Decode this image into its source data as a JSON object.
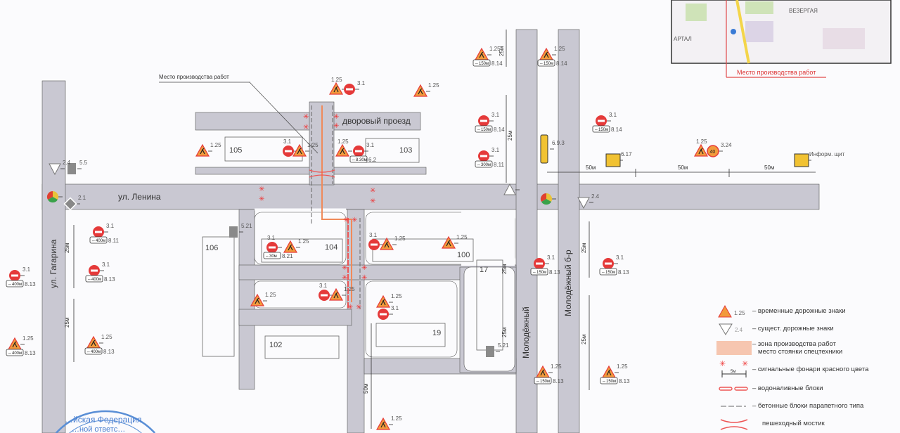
{
  "note_work_site": "Место производства работ",
  "streets": {
    "lenina": "ул. Ленина",
    "gagarina": "ул. Гагарина",
    "molodezhny": "Молодёжный",
    "molodezhny_blvd": "Молодёжный б-р",
    "dvorovy": "дворовый проезд"
  },
  "buildings": [
    "105",
    "103",
    "106",
    "104",
    "100",
    "17",
    "19",
    "102"
  ],
  "distances": [
    "25м",
    "25м",
    "25м",
    "25м",
    "50м",
    "50м",
    "50м",
    "25м",
    "25м",
    "25м",
    "25м",
    "50м"
  ],
  "signs": [
    {
      "type": "warning-roadworks",
      "code": "1.25",
      "plate": "150м",
      "plate_code": "8.14"
    },
    {
      "type": "warning-roadworks",
      "code": "1.25",
      "plate": "150м",
      "plate_code": "8.14"
    },
    {
      "type": "warning-roadworks",
      "code": "1.25"
    },
    {
      "type": "no-entry",
      "code": "3.1"
    },
    {
      "type": "warning-roadworks",
      "code": "1.25"
    },
    {
      "type": "no-entry",
      "code": "3.1",
      "plate": "150м",
      "plate_code": "8.14"
    },
    {
      "type": "no-entry",
      "code": "3.1",
      "plate": "150м",
      "plate_code": "8.14"
    },
    {
      "type": "warning-roadworks",
      "code": "1.25"
    },
    {
      "type": "no-entry",
      "code": "3.1"
    },
    {
      "type": "warning-roadworks",
      "code": "1.25"
    },
    {
      "type": "warning-roadworks",
      "code": "1.25"
    },
    {
      "type": "no-entry",
      "code": "3.1",
      "plate": "8.30м",
      "plate_code": "6.2"
    },
    {
      "type": "no-entry",
      "code": "3.1",
      "plate": "300м",
      "plate_code": "8.11"
    },
    {
      "type": "detour-plate",
      "code": "6.9.3"
    },
    {
      "type": "info-yellow",
      "code": "6.17"
    },
    {
      "type": "warning-roadworks",
      "code": "1.25"
    },
    {
      "type": "speed-limit",
      "code": "3.24",
      "value": "40"
    },
    {
      "type": "info-board",
      "code": "Информ. щит"
    },
    {
      "type": "give-way",
      "code": "2.4"
    },
    {
      "type": "pedestrian-crossing",
      "code": "5.5"
    },
    {
      "type": "traffic-light",
      "code": ""
    },
    {
      "type": "main-road",
      "code": "2.1"
    },
    {
      "type": "no-entry",
      "code": "3.1",
      "plate": "400м",
      "plate_code": "8.11"
    },
    {
      "type": "no-entry",
      "code": "3.1",
      "plate": "400м",
      "plate_code": "8.13"
    },
    {
      "type": "no-entry",
      "code": "3.1",
      "plate": "400м",
      "plate_code": "8.13"
    },
    {
      "type": "warning-roadworks",
      "code": "1.25",
      "plate": "400м",
      "plate_code": "8.13"
    },
    {
      "type": "warning-roadworks",
      "code": "1.25",
      "plate": "400м",
      "plate_code": "8.13"
    },
    {
      "type": "bus-stop",
      "code": "5.21"
    },
    {
      "type": "no-entry",
      "code": "3.1",
      "plate": "30м",
      "plate_code": "8.21"
    },
    {
      "type": "warning-roadworks",
      "code": "1.25"
    },
    {
      "type": "warning-roadworks",
      "code": "1.25"
    },
    {
      "type": "no-entry",
      "code": "3.1"
    },
    {
      "type": "warning-roadworks",
      "code": "1.25"
    },
    {
      "type": "warning-roadworks",
      "code": "1.25"
    },
    {
      "type": "no-entry",
      "code": "3.1"
    },
    {
      "type": "warning-roadworks",
      "code": "1.25"
    },
    {
      "type": "warning-roadworks",
      "code": "1.25"
    },
    {
      "type": "no-entry",
      "code": "3.1"
    },
    {
      "type": "bus-stop",
      "code": "5.21"
    },
    {
      "type": "no-entry",
      "code": "3.1",
      "plate": "150м",
      "plate_code": "8.13"
    },
    {
      "type": "no-entry",
      "code": "3.1",
      "plate": "150м",
      "plate_code": "8.13"
    },
    {
      "type": "warning-roadworks",
      "code": "1.25",
      "plate": "150м",
      "plate_code": "8.13"
    },
    {
      "type": "warning-roadworks",
      "code": "1.25",
      "plate": "150м",
      "plate_code": "8.13"
    },
    {
      "type": "warning-roadworks",
      "code": "1.25"
    },
    {
      "type": "give-way",
      "code": ""
    },
    {
      "type": "give-way",
      "code": "2.4"
    },
    {
      "type": "traffic-light",
      "code": ""
    }
  ],
  "inset": {
    "label": "Место производства работ",
    "district": "ВЕЗЕРГАЯ",
    "area": "АРТАЛ"
  },
  "legend": [
    {
      "code": "1.25",
      "text": "– временные дорожные знаки"
    },
    {
      "code": "2.4",
      "text": "– сущест. дорожные знаки"
    },
    {
      "text": "– зона производства работ",
      "text2": "место стоянки спецтехники"
    },
    {
      "scale": "5м",
      "text": "– сигнальные фонари красного цвета"
    },
    {
      "text": "– водоналивные блоки"
    },
    {
      "text": "– бетонные блоки парапетного типа"
    },
    {
      "text": "пешеходный мостик"
    }
  ],
  "stamp": {
    "line1": "…йская Федерация",
    "line2": "…ной ответс…"
  },
  "colors": {
    "road": "#c9c8d2",
    "warning": "#f29a3c",
    "no_entry": "#e53a3a",
    "work_line": "#f08a5a",
    "yellow": "#f1c232"
  }
}
